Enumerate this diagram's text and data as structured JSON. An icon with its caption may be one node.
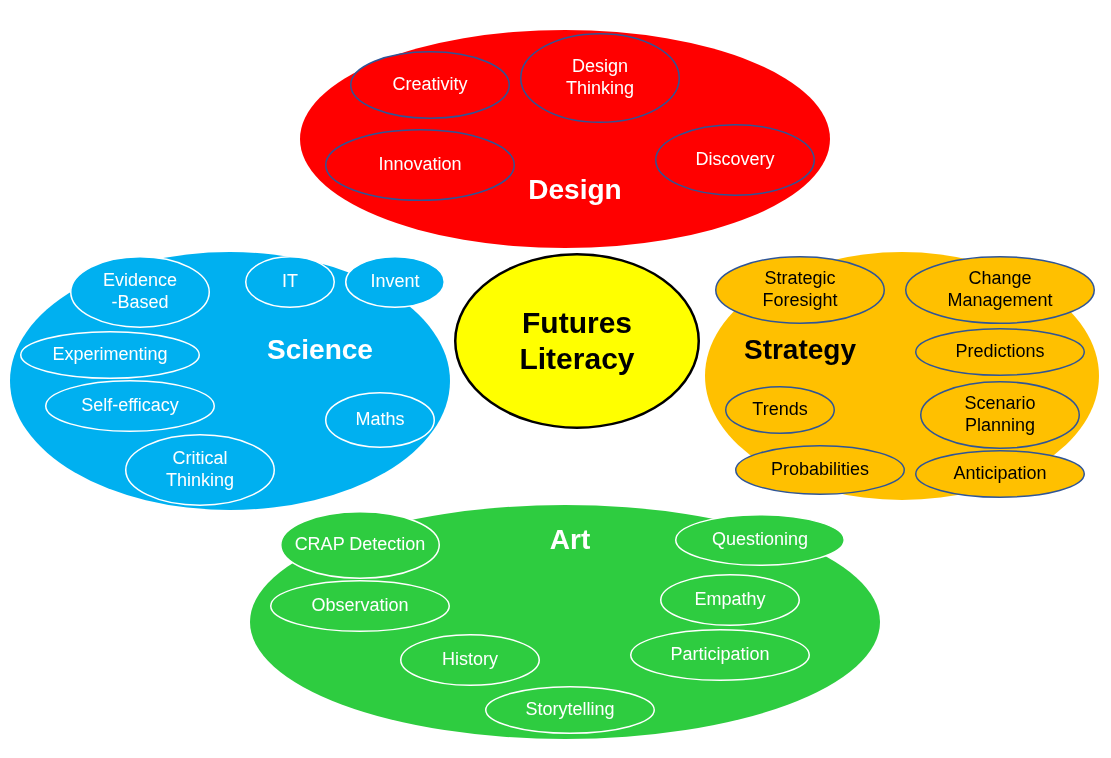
{
  "diagram": {
    "nodes": [
      {
        "text": [
          "Design"
        ]
      },
      {
        "text": [
          "Creativity"
        ],
        "in": 0
      },
      {
        "text": [
          "Design Thinking"
        ],
        "in": 0
      },
      {
        "text": [
          "Innovation"
        ],
        "in": 0
      },
      {
        "text": [
          "Discovery"
        ],
        "in": 0
      },
      {
        "text": [
          "Science"
        ]
      },
      {
        "text": [
          "IT"
        ],
        "in": 5
      },
      {
        "text": [
          "Invent"
        ],
        "in": 5
      },
      {
        "text": [
          "Evidence -Based"
        ],
        "in": 5
      },
      {
        "text": [
          "Experimenting"
        ],
        "in": 5
      },
      {
        "text": [
          "Self-efficacy"
        ],
        "in": 5
      },
      {
        "text": [
          "Critical Thinking"
        ],
        "in": 5
      },
      {
        "text": [
          "Maths"
        ],
        "in": 5
      },
      {
        "text": [
          "Strategy"
        ]
      },
      {
        "text": [
          "Strategic Foresight"
        ],
        "in": 13
      },
      {
        "text": [
          "Change Management"
        ],
        "in": 13
      },
      {
        "text": [
          "Predictions"
        ],
        "in": 13
      },
      {
        "text": [
          "Scenario Planning"
        ],
        "in": 13
      },
      {
        "text": [
          "Anticipation"
        ],
        "in": 13
      },
      {
        "text": [
          "Trends"
        ],
        "in": 13
      },
      {
        "text": [
          "Probabilities"
        ],
        "in": 13
      },
      {
        "text": [
          "Futures Literacy"
        ]
      },
      {
        "text": [
          "Art"
        ]
      },
      {
        "text": [
          "CRAP Detection"
        ],
        "in": 22
      },
      {
        "text": [
          "Questioning"
        ],
        "in": 22
      },
      {
        "text": [
          "Observation"
        ],
        "in": 22
      },
      {
        "text": [
          "Empathy"
        ],
        "in": 22
      },
      {
        "text": [
          "History"
        ],
        "in": 22
      },
      {
        "text": [
          "Participation"
        ],
        "in": 22
      },
      {
        "text": [
          "Storytelling"
        ],
        "in": 22
      }
    ],
    "edges": []
  }
}
